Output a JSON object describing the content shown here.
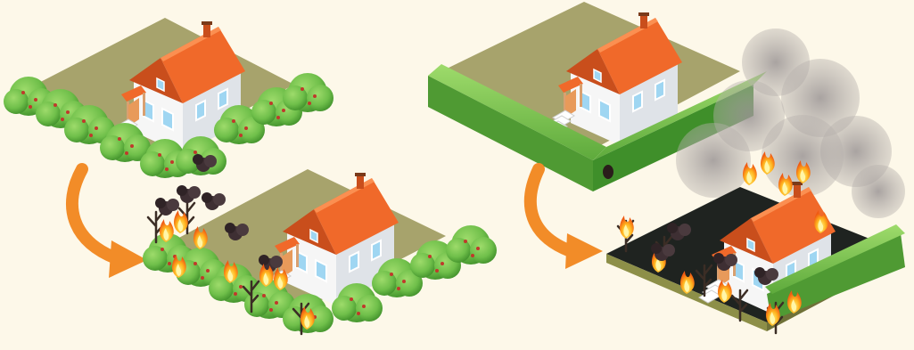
{
  "scene": {
    "background_color": "#fdf8e9",
    "panels": [
      {
        "id": "left",
        "vegetation": "round-shrubs",
        "outcome": "fire-in-shrubs-house-intact"
      },
      {
        "id": "right",
        "vegetation": "dense-hedge",
        "outcome": "fire-spreads-house-burning"
      }
    ],
    "colors": {
      "lawn": "#a7a36c",
      "lawn_side": "#7f7c4c",
      "roof": "#f0692a",
      "roof_dark": "#c94e1c",
      "wall": "#f4f4f4",
      "wall_shade": "#cfd4da",
      "shrub": "#6fbf4a",
      "shrub_dark": "#3f8f2a",
      "fire": "#ff9a1e",
      "fire_core": "#ffe04a",
      "smoke": "#5a4a4a",
      "burnt_ground": "#1f2320",
      "arrow": "#f28c28"
    },
    "icons": [
      "house-icon",
      "shrub-icon",
      "hedge-icon",
      "fire-icon",
      "smoke-icon",
      "arrow-icon",
      "dead-tree-icon"
    ]
  }
}
